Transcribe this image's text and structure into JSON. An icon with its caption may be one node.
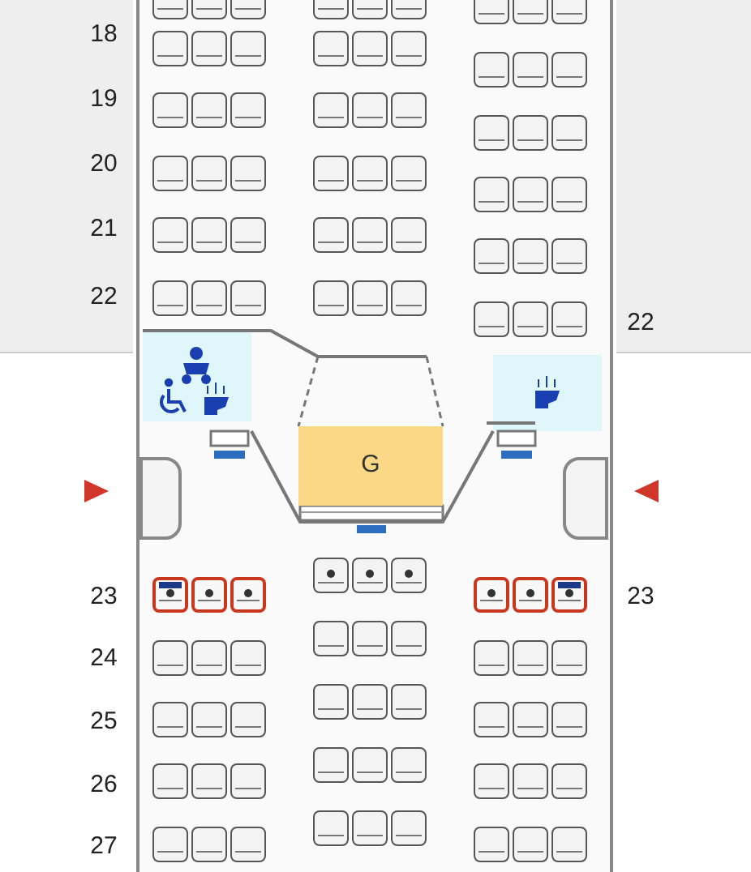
{
  "diagram": {
    "nodes": [
      {
        "text": [
          "G"
        ]
      }
    ],
    "labels": [
      "18",
      "19",
      "20",
      "21",
      "22",
      "22",
      "23",
      "23",
      "24",
      "25",
      "26",
      "27"
    ]
  }
}
